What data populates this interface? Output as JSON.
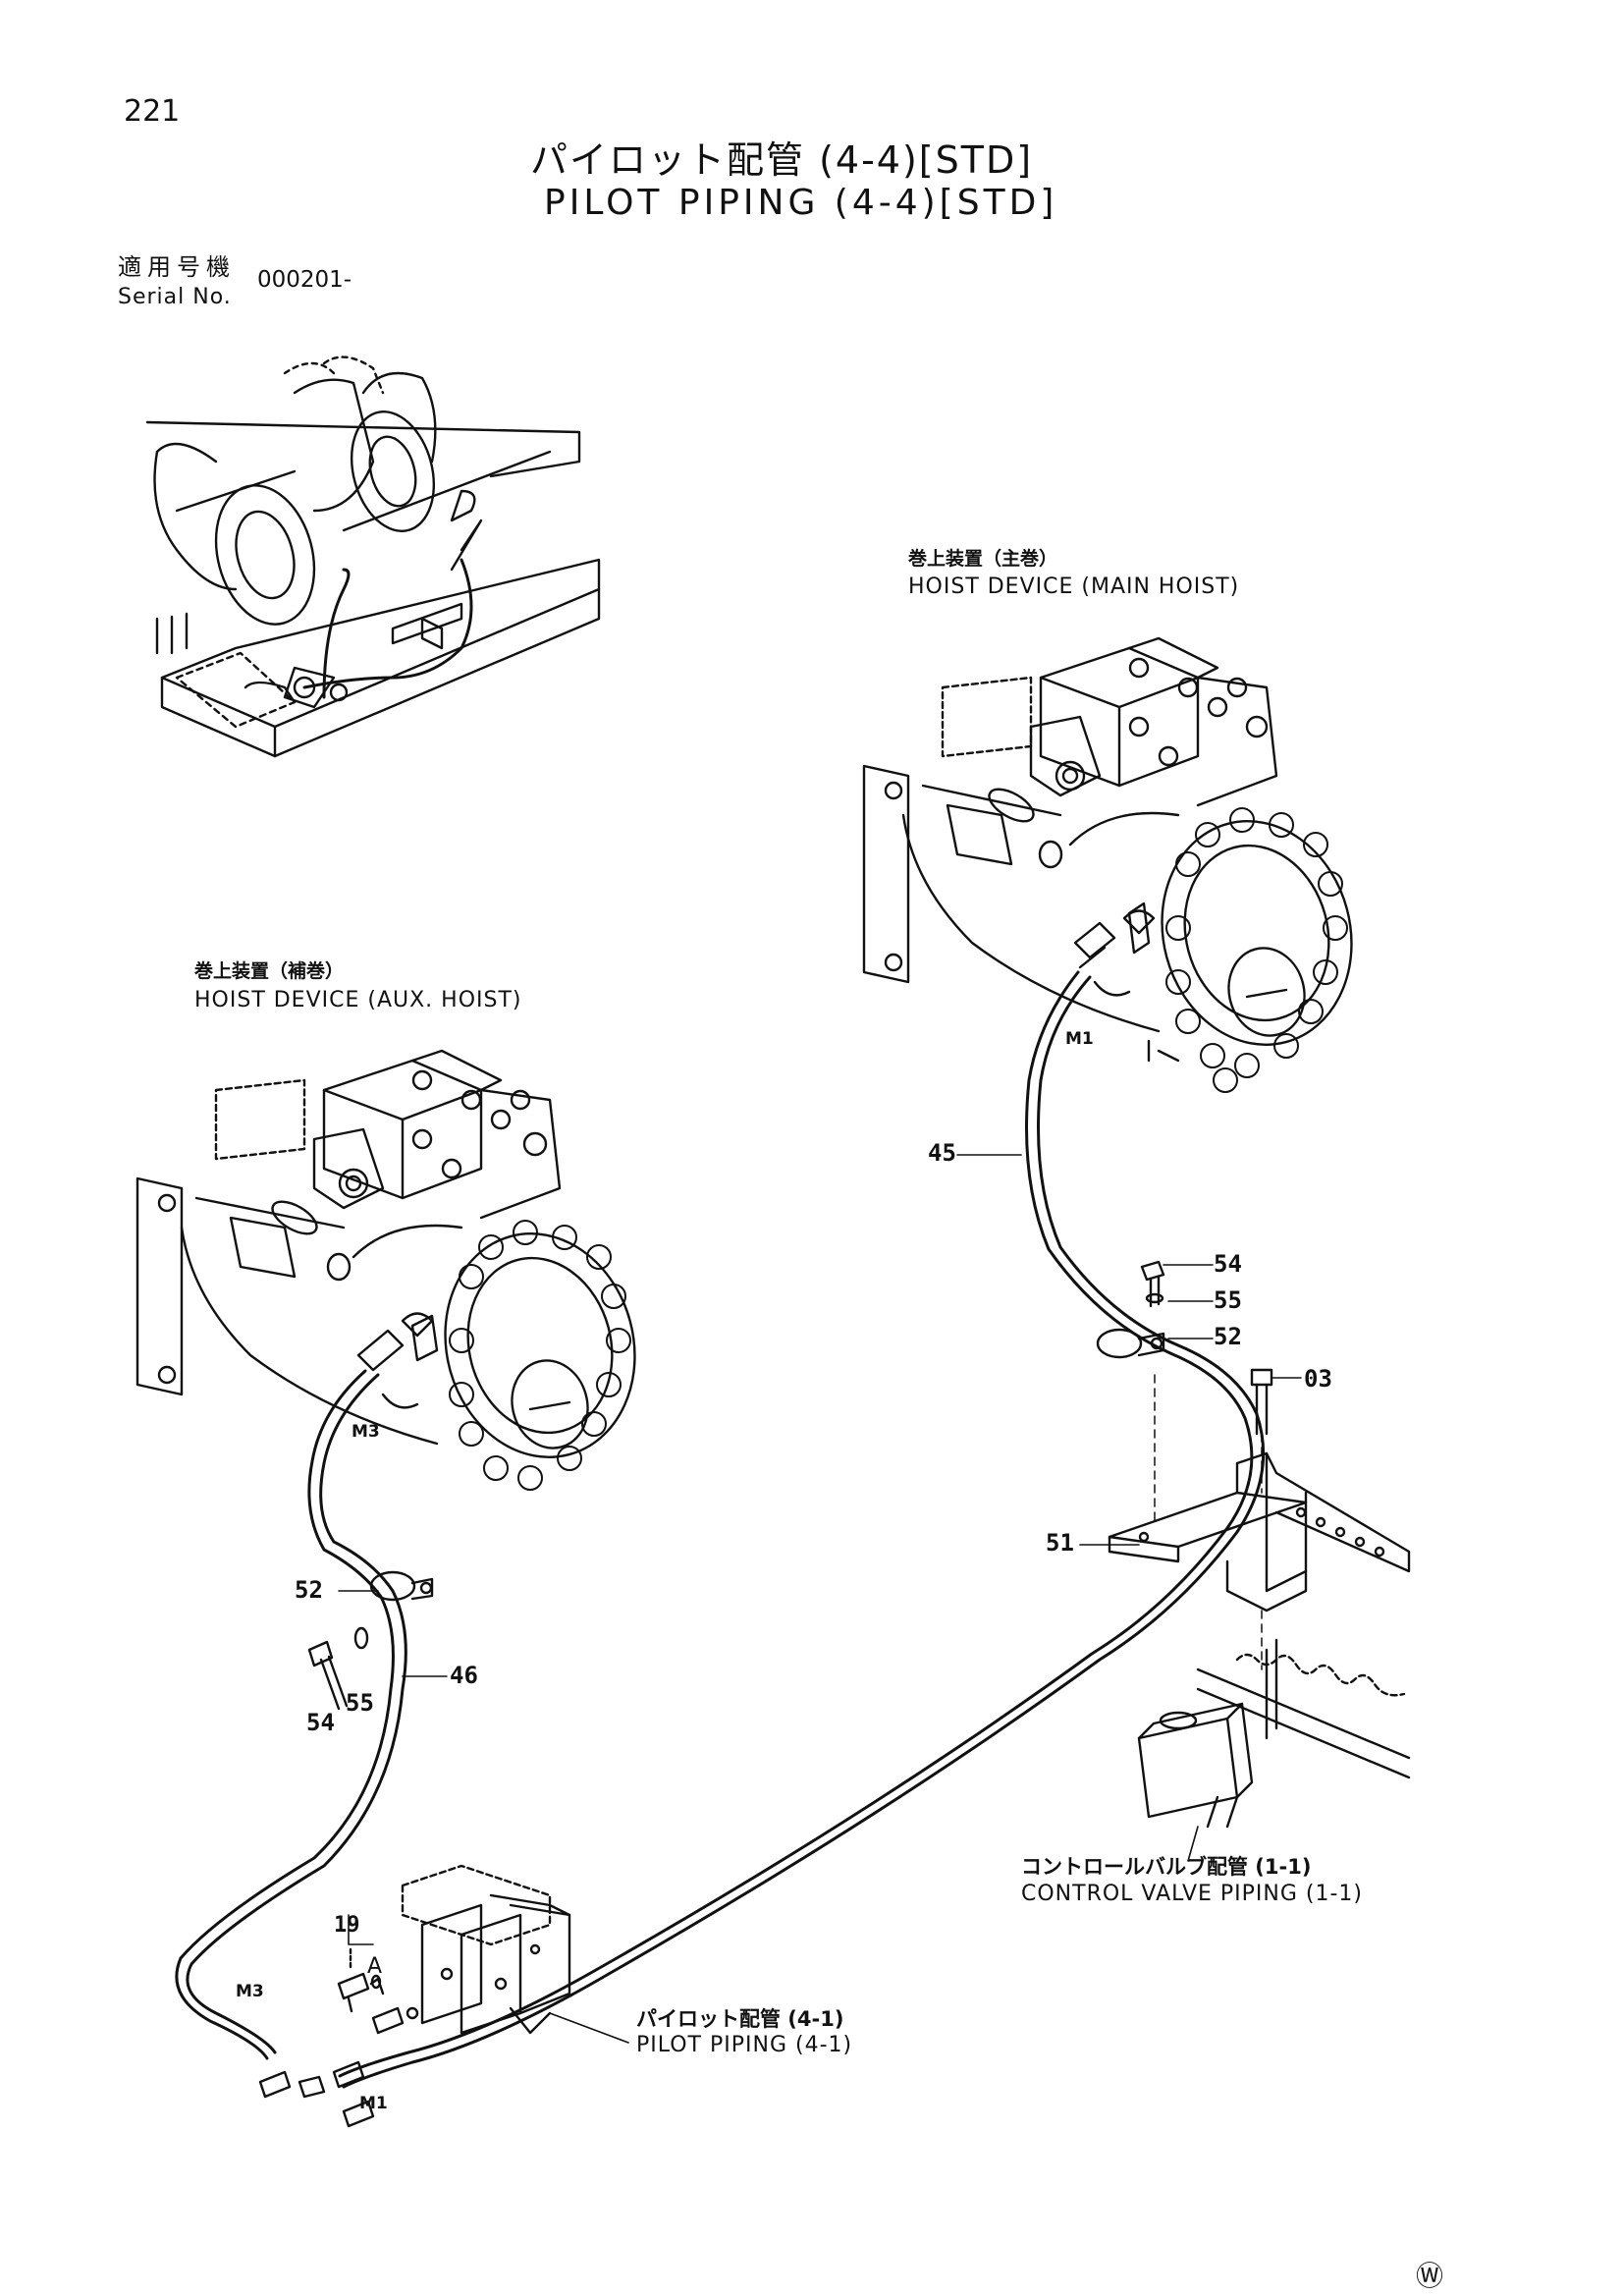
{
  "page": {
    "number": "221",
    "title_jp": "パイロット配管 (4-4)[STD]",
    "title_en": "PILOT PIPING (4-4)[STD]",
    "serial_label_jp": "適用号機",
    "serial_label_en": "Serial No.",
    "serial_value": "000201-"
  },
  "labels": {
    "main_hoist_jp": "巻上装置（主巻）",
    "main_hoist_en": "HOIST DEVICE (MAIN HOIST)",
    "aux_hoist_jp": "巻上装置（補巻）",
    "aux_hoist_en": "HOIST DEVICE (AUX. HOIST)",
    "control_valve_jp": "コントロールバルブ配管 (1-1)",
    "control_valve_en": "CONTROL VALVE PIPING (1-1)",
    "pilot_piping_jp": "パイロット配管 (4-1)",
    "pilot_piping_en": "PILOT PIPING (4-1)"
  },
  "callouts": {
    "c45": "45",
    "c54_main": "54",
    "c55_main": "55",
    "c52_main": "52",
    "c03": "03",
    "c51": "51",
    "c52_aux": "52",
    "c46": "46",
    "c54_aux": "54",
    "c55_aux": "55",
    "c19": "19",
    "cA": "A"
  },
  "ports": {
    "m1_main": "M1",
    "m3_aux": "M3",
    "m3_lower": "M3",
    "m1_lower": "M1"
  },
  "footer_mark": "Ⓦ"
}
